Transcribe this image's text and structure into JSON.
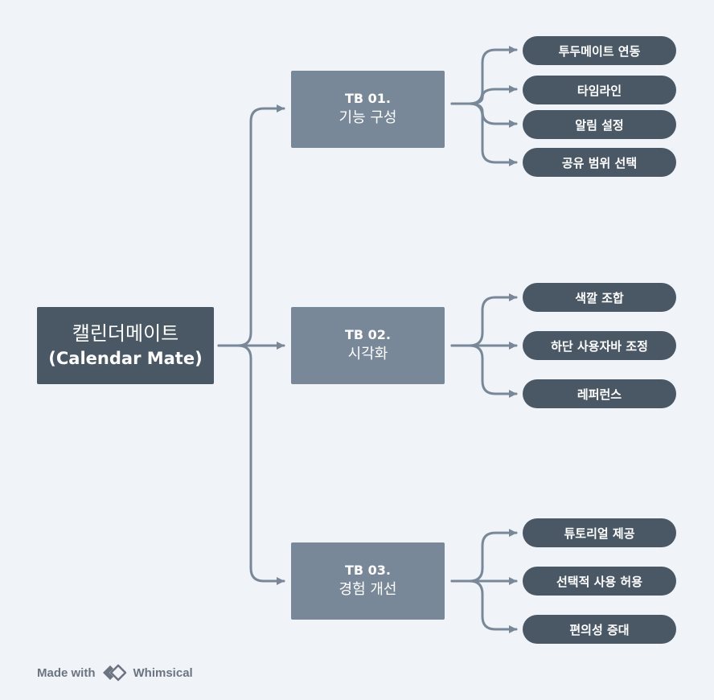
{
  "diagram": {
    "root": {
      "line1": "캘린더메이트",
      "line2": "(Calendar Mate)"
    },
    "categories": [
      {
        "code": "TB 01.",
        "name": "기능 구성",
        "items": [
          "투두메이트 연동",
          "타임라인",
          "알림 설정",
          "공유 범위 선택"
        ]
      },
      {
        "code": "TB 02.",
        "name": "시각화",
        "items": [
          "색깔 조합",
          "하단 사용자바 조정",
          "레퍼런스"
        ]
      },
      {
        "code": "TB 03.",
        "name": "경험 개선",
        "items": [
          "튜토리얼 제공",
          "선택적 사용 허용",
          "편의성 증대"
        ]
      }
    ]
  },
  "footer": {
    "made_with": "Made with",
    "brand": "Whimsical"
  },
  "colors": {
    "background": "#f0f3f7",
    "root_fill": "#4a5866",
    "category_fill": "#788898",
    "leaf_fill": "#4a5866",
    "connector": "#788898",
    "text": "#ffffff"
  },
  "icons": {
    "footer_logo": "whimsical-logo-icon"
  }
}
